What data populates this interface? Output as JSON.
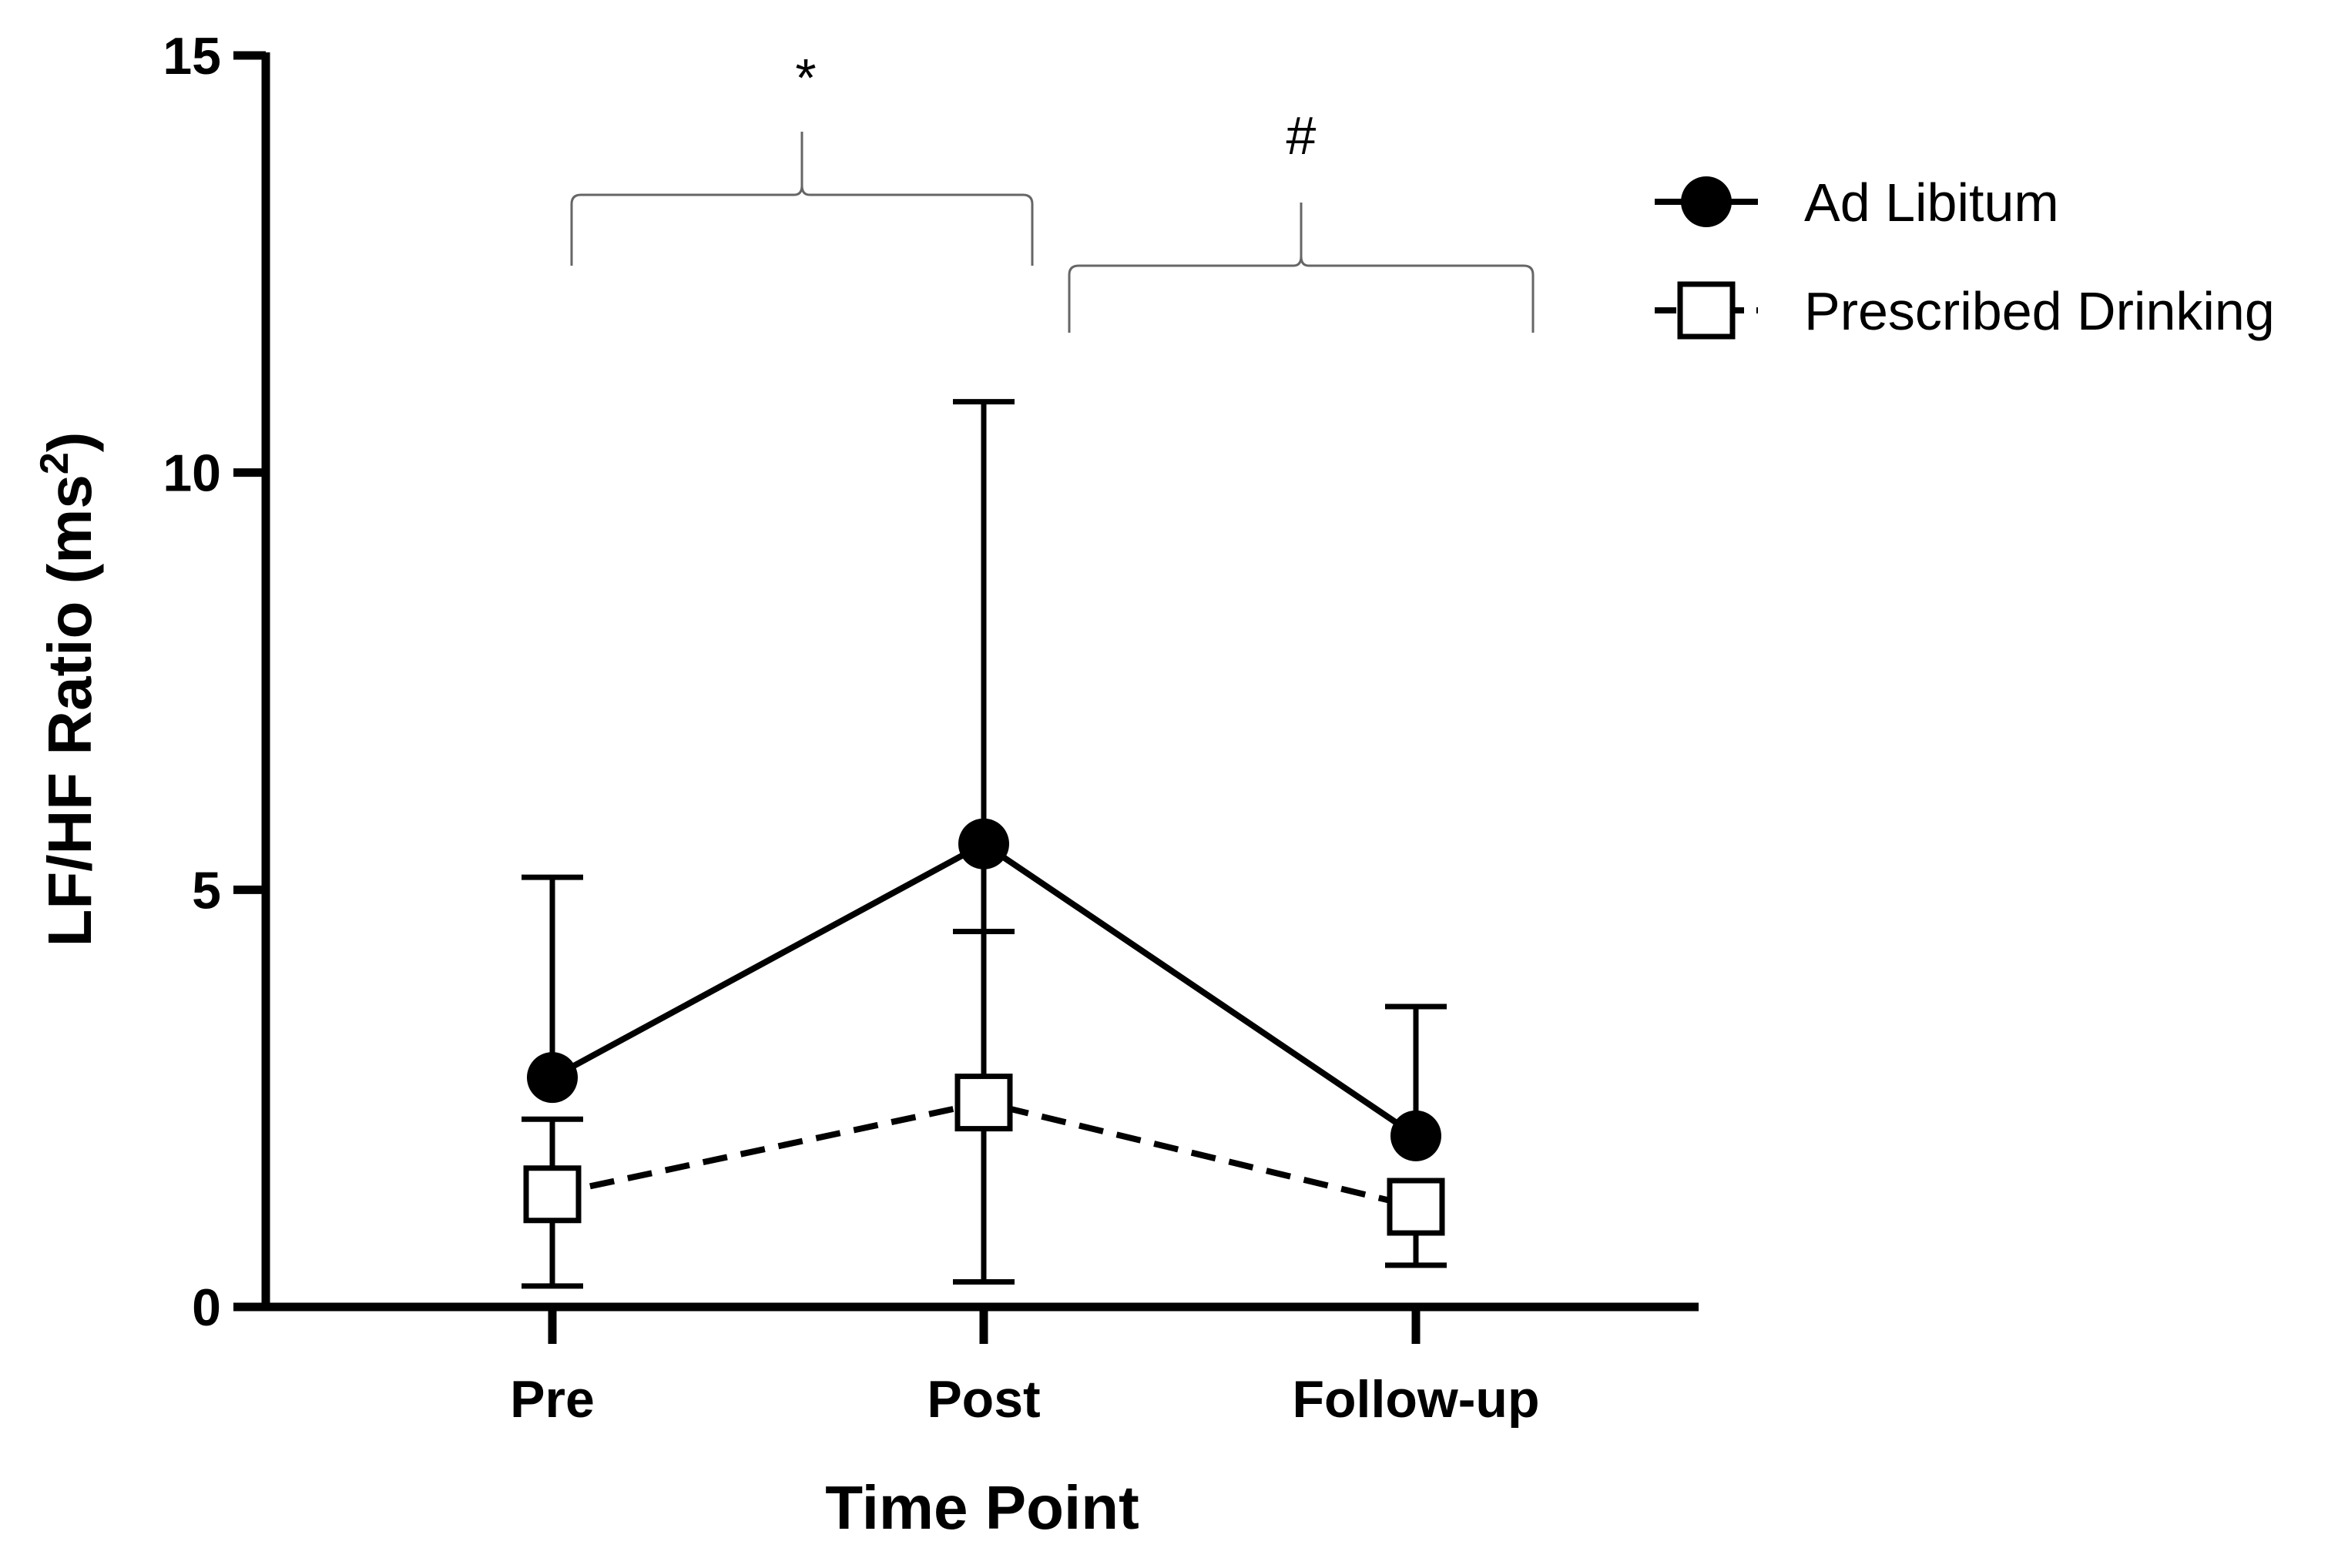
{
  "chart_data": {
    "type": "line",
    "xlabel": "Time Point",
    "ylabel": "LF/HF Ratio (ms",
    "ylabel_superscript": "2",
    "ylabel_suffix": ")",
    "categories": [
      "Pre",
      "Post",
      "Follow-up"
    ],
    "ylim": [
      0,
      15
    ],
    "yticks": [
      0,
      5,
      10,
      15
    ],
    "grid": false,
    "legend_position": "top-right",
    "series": [
      {
        "name": "Ad Libitum",
        "values": [
          2.75,
          5.55,
          2.05
        ],
        "error_upper": [
          5.15,
          10.85,
          3.6
        ],
        "error_lower": [
          null,
          0.3,
          null
        ],
        "marker": "filled-circle",
        "line_style": "solid",
        "color": "#000000"
      },
      {
        "name": "Prescribed Drinking",
        "values": [
          1.35,
          2.45,
          1.2
        ],
        "error_upper": [
          2.25,
          4.5,
          null
        ],
        "error_lower": [
          0.25,
          null,
          0.5
        ],
        "marker": "open-square",
        "line_style": "dashed",
        "color": "#000000"
      }
    ],
    "annotations": [
      {
        "text": "*",
        "spans": [
          "Pre",
          "Post"
        ]
      },
      {
        "text": "#",
        "spans": [
          "Post",
          "Follow-up"
        ]
      }
    ]
  }
}
